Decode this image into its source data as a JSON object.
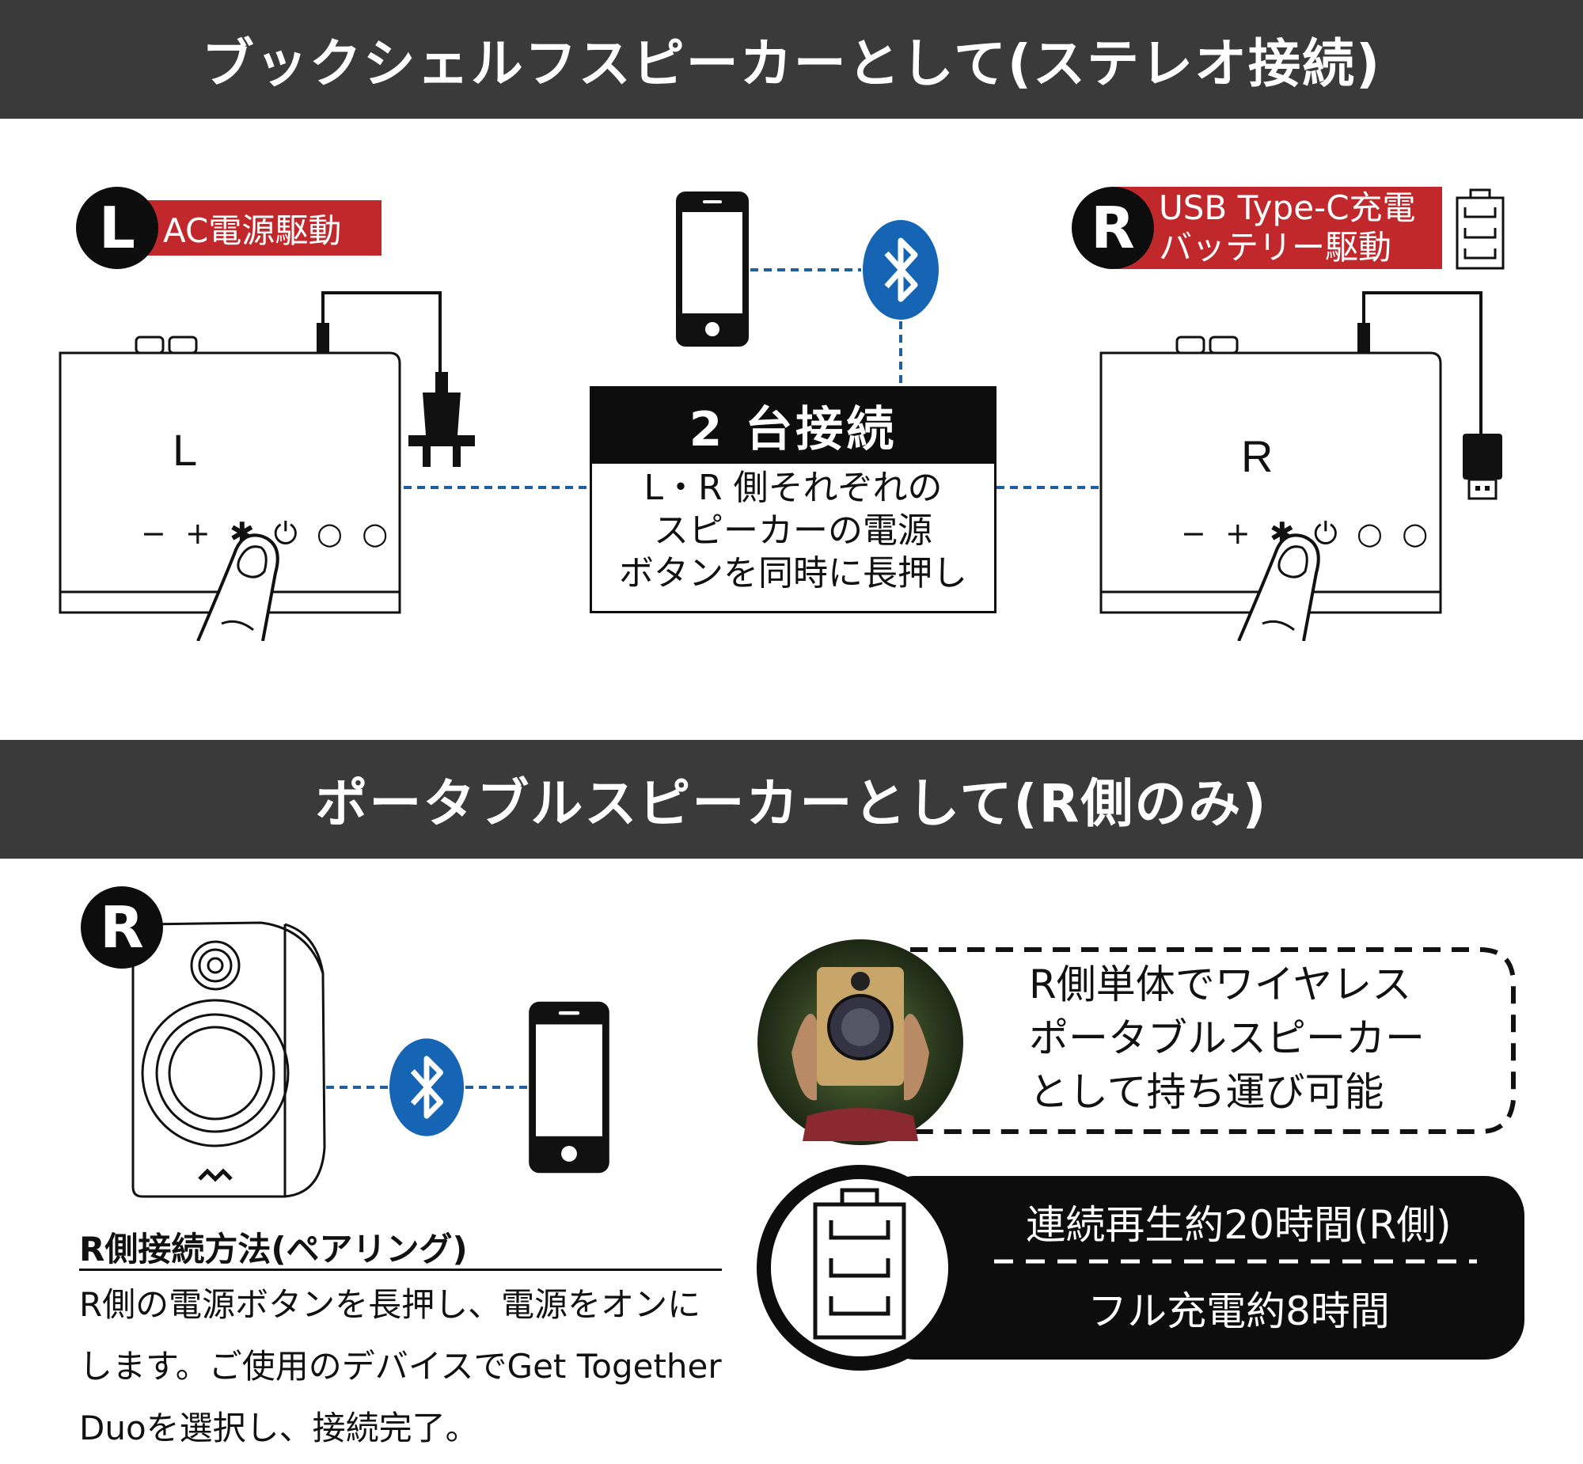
{
  "section1": {
    "title": "ブックシェルフスピーカーとして(ステレオ接続)",
    "left": {
      "badge": "L",
      "tag": "AC電源駆動",
      "speaker_label": "L",
      "controls": "− + ✱ ⏻ ○ ○"
    },
    "right": {
      "badge": "R",
      "tag_line1": "USB Type-C充電",
      "tag_line2": "バッテリー駆動",
      "speaker_label": "R",
      "controls": "− + ✱ ⏻ ○ ○"
    },
    "center": {
      "heading": "2 台接続",
      "lines": [
        "L・R 側それぞれの",
        "スピーカーの電源",
        "ボタンを同時に長押し"
      ]
    }
  },
  "section2": {
    "title": "ポータブルスピーカーとして(R側のみ)",
    "badge": "R",
    "bubble_lines": [
      "R側単体でワイヤレス",
      "ポータブルスピーカー",
      "として持ち運び可能"
    ],
    "battery": {
      "play_time": "連続再生約20時間(R側)",
      "charge_time": "フル充電約8時間"
    },
    "pairing": {
      "title": "R側接続方法(ペアリング)",
      "lines": [
        "R側の電源ボタンを長押し、電源をオンに",
        "します。ご使用のデバイスでGet Together",
        "Duoを選択し、接続完了。"
      ]
    }
  },
  "colors": {
    "banner": "#3a3a3a",
    "tag_red": "#c0282c",
    "bluetooth_blue": "#1565b4",
    "dotted_line": "#1f5fa0"
  },
  "icons": [
    "bluetooth-icon",
    "smartphone-icon",
    "battery-icon",
    "power-plug-icon",
    "usb-c-plug-icon",
    "finger-press-icon",
    "speaker-icon"
  ]
}
